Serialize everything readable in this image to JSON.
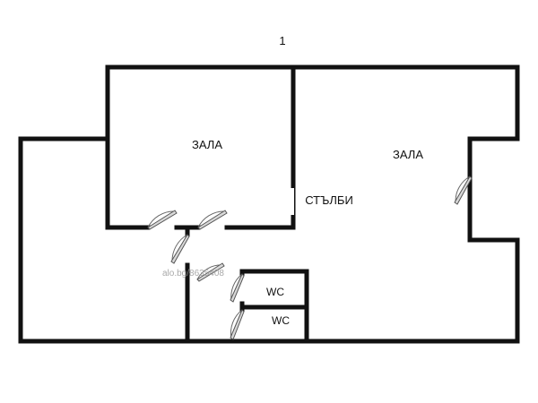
{
  "floor_label": "1",
  "rooms": {
    "hall_left": "ЗАЛА",
    "hall_right": "ЗАЛА",
    "stairs": "СТЪЛБИ",
    "wc_top": "WC",
    "wc_bottom": "WC"
  },
  "watermark": "alo.bg/8635408",
  "colors": {
    "wall": "#111111",
    "door": "#d9d9d9",
    "background": "#ffffff"
  }
}
